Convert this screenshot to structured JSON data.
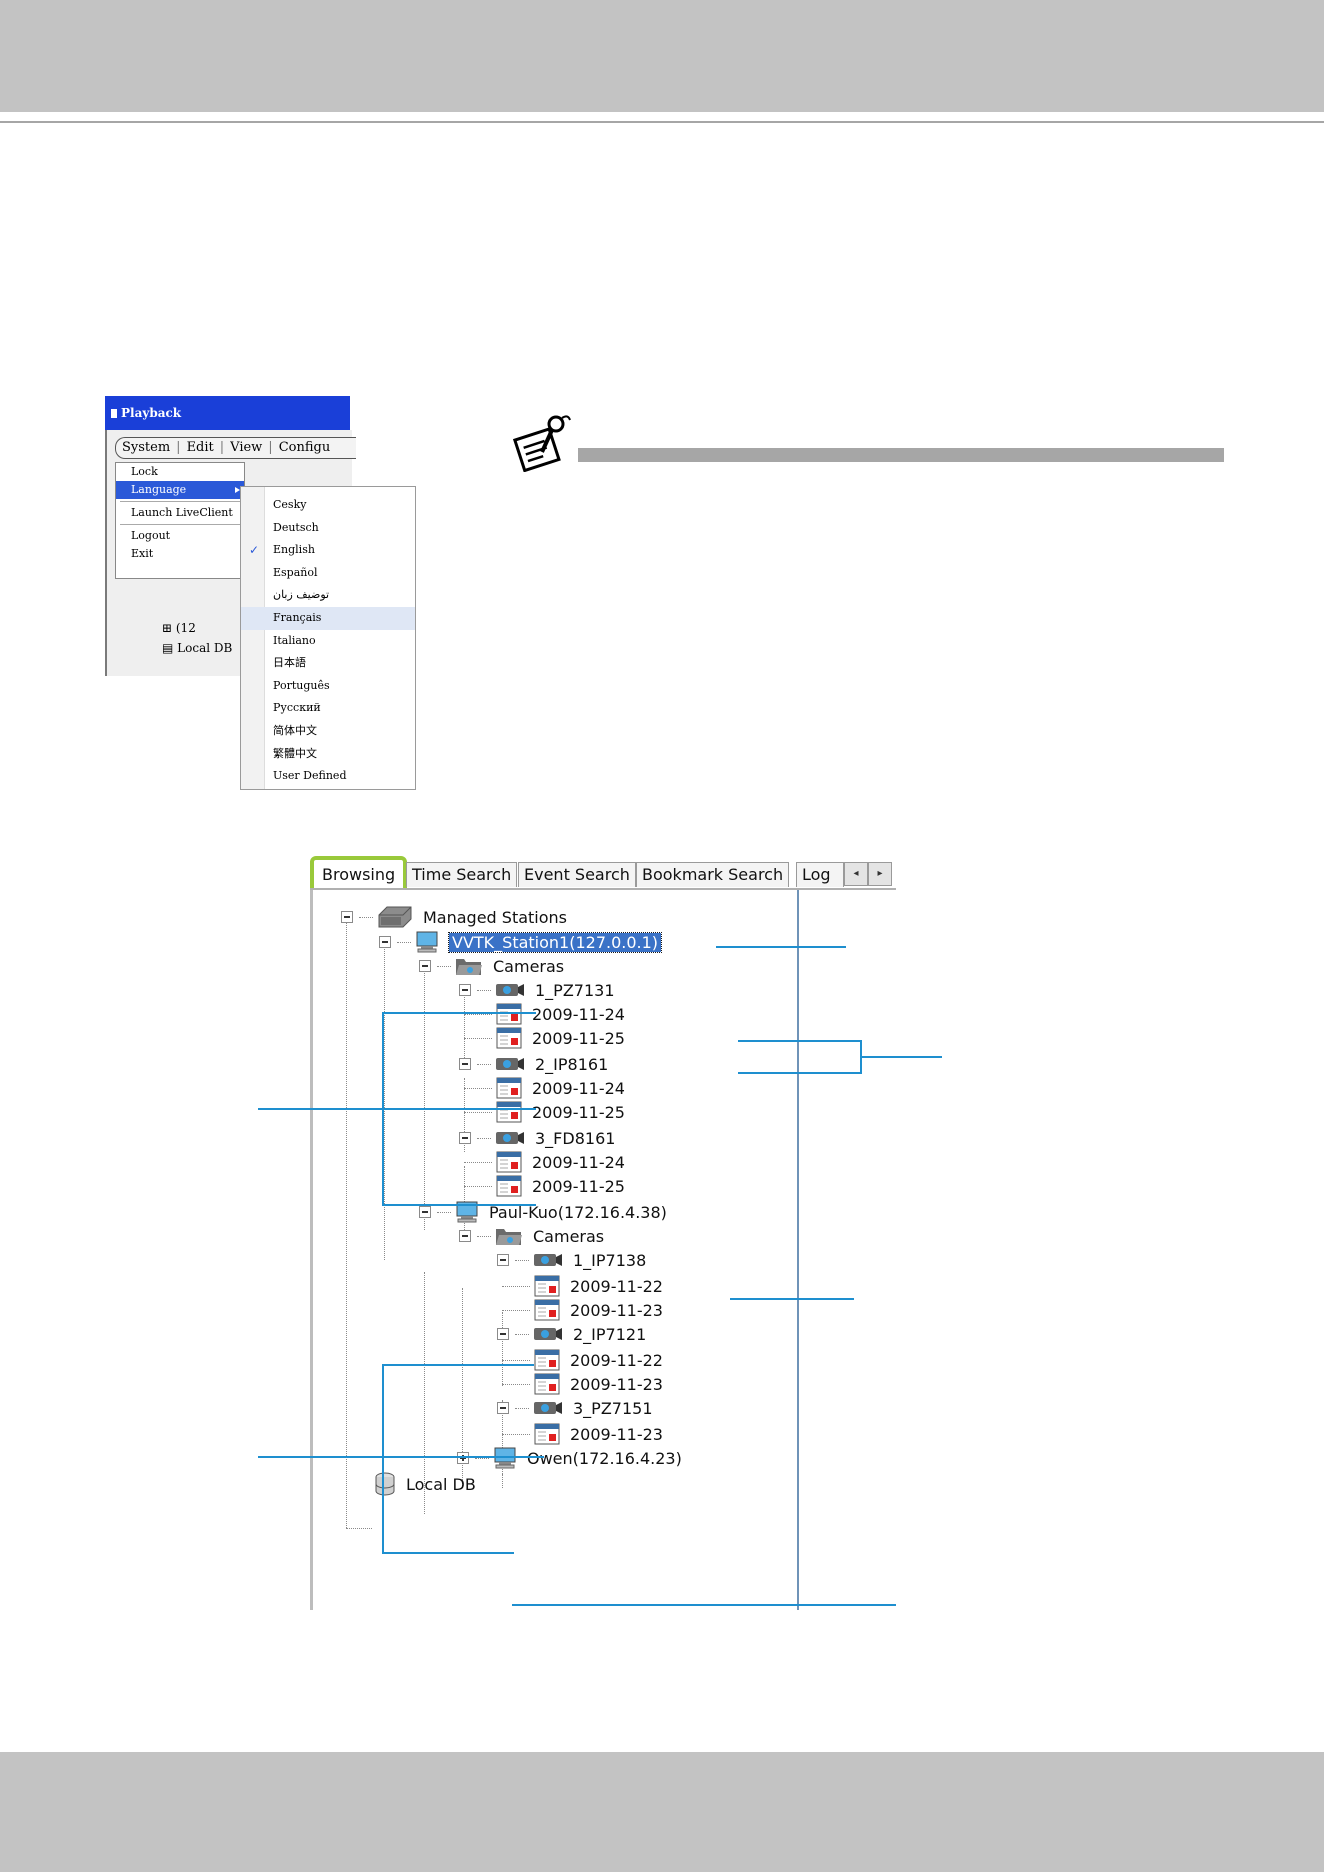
{
  "playback": {
    "title": "Playback",
    "menubar": [
      "System",
      "Edit",
      "View",
      "Configu"
    ],
    "system_menu": [
      "Lock",
      "Language",
      "Launch LiveClient",
      "Logout",
      "Exit"
    ],
    "languages": [
      "Cesky",
      "Deutsch",
      "English",
      "Español",
      "توضيف زبان",
      "Français",
      "Italiano",
      "日本語",
      "Português",
      "Русский",
      "简体中文",
      "繁體中文",
      "User Defined"
    ],
    "checked_language": "English",
    "tree_peek": [
      "(12",
      "Local DB"
    ]
  },
  "tabs": [
    "Browsing",
    "Time Search",
    "Event Search",
    "Bookmark Search",
    "Log"
  ],
  "active_tab": "Browsing",
  "tree": {
    "root": "Managed Stations",
    "station1": {
      "label": "VVTK_Station1(127.0.0.1)",
      "folder": "Cameras",
      "cameras": [
        {
          "name": "1_PZ7131",
          "dates": [
            "2009-11-24",
            "2009-11-25"
          ]
        },
        {
          "name": "2_IP8161",
          "dates": [
            "2009-11-24",
            "2009-11-25"
          ]
        },
        {
          "name": "3_FD8161",
          "dates": [
            "2009-11-24",
            "2009-11-25"
          ]
        }
      ]
    },
    "station2": {
      "label": "Paul-Kuo(172.16.4.38)",
      "folder": "Cameras",
      "cameras": [
        {
          "name": "1_IP7138",
          "dates": [
            "2009-11-22",
            "2009-11-23"
          ]
        },
        {
          "name": "2_IP7121",
          "dates": [
            "2009-11-22",
            "2009-11-23"
          ]
        },
        {
          "name": "3_PZ7151",
          "dates": [
            "2009-11-23"
          ]
        }
      ]
    },
    "station3": {
      "label": "Owen(172.16.4.23)"
    },
    "local_db": "Local DB"
  },
  "colors": {
    "header_band": "#c3c3c3",
    "callout_line": "#1e8fcf",
    "tab_highlight": "#99c93a",
    "selection": "#3a72c7",
    "playback_titlebar": "#1a3fd8"
  }
}
